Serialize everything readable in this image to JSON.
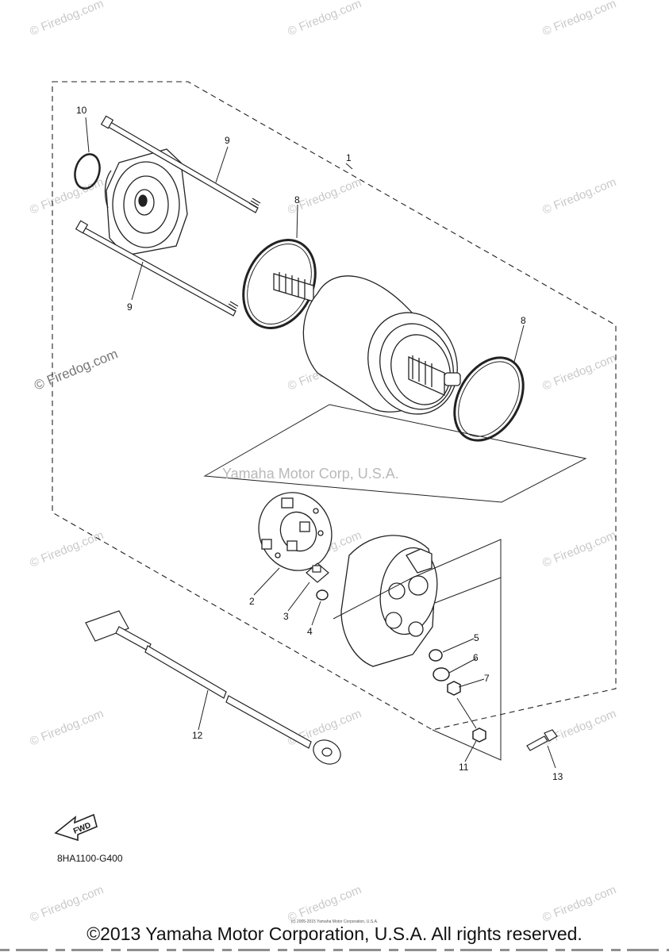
{
  "diagram": {
    "callouts": [
      "1",
      "2",
      "3",
      "4",
      "5",
      "6",
      "7",
      "8",
      "8",
      "9",
      "9",
      "10",
      "11",
      "12",
      "13"
    ],
    "center_watermark": "Yamaha Motor Corp, U.S.A.",
    "watermark": "© Firedog.com",
    "side_watermark": "© Firedog.com",
    "fwd_label": "FWD",
    "diagram_code": "8HA1100-G400"
  },
  "footer": {
    "copyright": "©2013 Yamaha Motor Corporation, U.S.A. All rights reserved.",
    "tiny_note": "(c) 2005-2015 Yamaha Motor Corporation, U.S.A."
  }
}
